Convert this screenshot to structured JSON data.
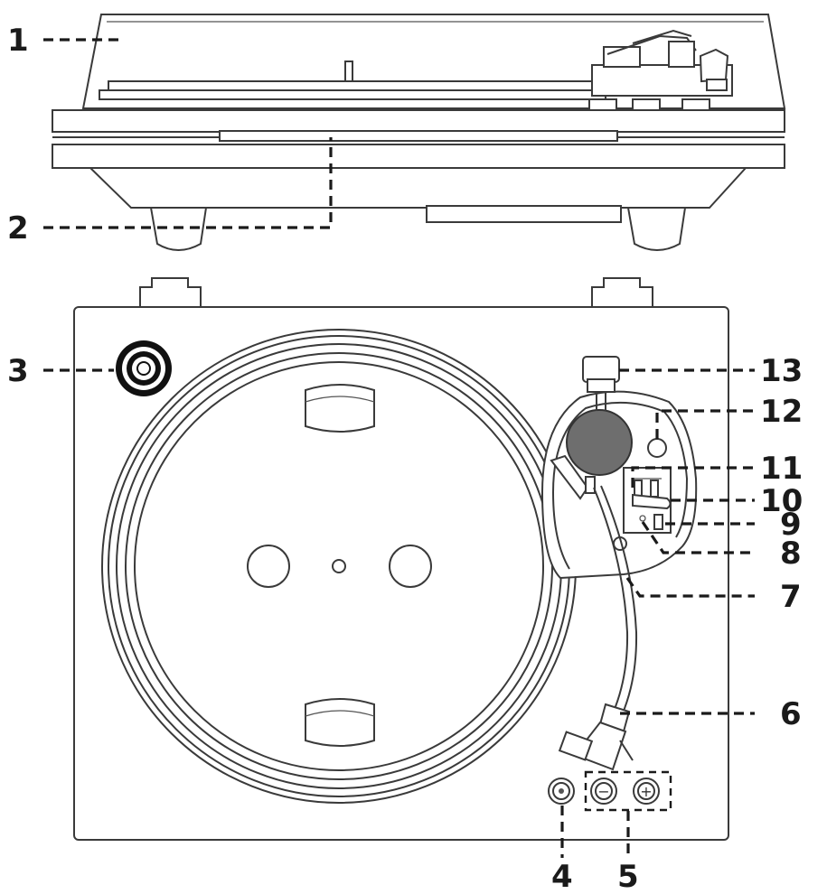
{
  "diagram": {
    "callouts": [
      {
        "id": "1",
        "text": "1"
      },
      {
        "id": "2",
        "text": "2"
      },
      {
        "id": "3",
        "text": "3"
      },
      {
        "id": "4",
        "text": "4"
      },
      {
        "id": "5",
        "text": "5"
      },
      {
        "id": "6",
        "text": "6"
      },
      {
        "id": "7",
        "text": "7"
      },
      {
        "id": "8",
        "text": "8"
      },
      {
        "id": "9",
        "text": "9"
      },
      {
        "id": "10",
        "text": "10"
      },
      {
        "id": "11",
        "text": "11"
      },
      {
        "id": "12",
        "text": "12"
      },
      {
        "id": "13",
        "text": "13"
      }
    ],
    "button_minus_glyph": "−",
    "button_plus_glyph": "+",
    "colors": {
      "line": "#3a3a3a",
      "counterweight": "#6e6e6e",
      "label_text": "#1a1a1a"
    }
  }
}
